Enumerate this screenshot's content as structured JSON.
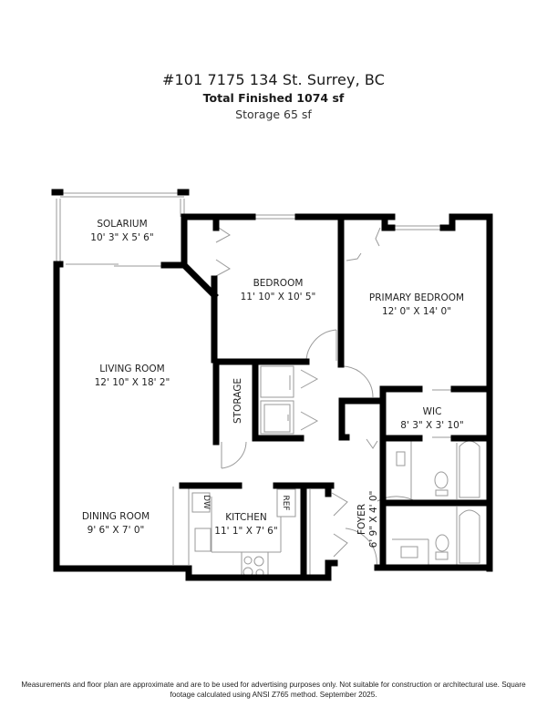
{
  "header": {
    "address": "#101 7175 134 St. Surrey, BC",
    "total_finished": "Total Finished  1074 sf",
    "storage": "Storage  65 sf"
  },
  "rooms": [
    {
      "name": "SOLARIUM",
      "dims": "10' 3\" X 5' 6\""
    },
    {
      "name": "BEDROOM",
      "dims": "11' 10\" X 10' 5\""
    },
    {
      "name": "PRIMARY BEDROOM",
      "dims": "12' 0\" X 14' 0\""
    },
    {
      "name": "LIVING ROOM",
      "dims": "12' 10\" X 18' 2\""
    },
    {
      "name": "STORAGE",
      "dims": ""
    },
    {
      "name": "WIC",
      "dims": "8' 3\" X 3' 10\""
    },
    {
      "name": "DINING ROOM",
      "dims": "9' 6\" X 7' 0\""
    },
    {
      "name": "KITCHEN",
      "dims": "11' 1\" X 7' 6\""
    },
    {
      "name": "FOYER",
      "dims": "6' 9\" X 4' 0\""
    }
  ],
  "appliances": {
    "dishwasher": "DW",
    "refrigerator": "REF"
  },
  "footer": {
    "disclaimer_line1": "Measurements and floor plan are approximate and are to be used for advertising purposes only. Not suitable for construction or architectural use. Square",
    "disclaimer_line2": "footage calculated using ANSI Z765 method. September 2025."
  }
}
